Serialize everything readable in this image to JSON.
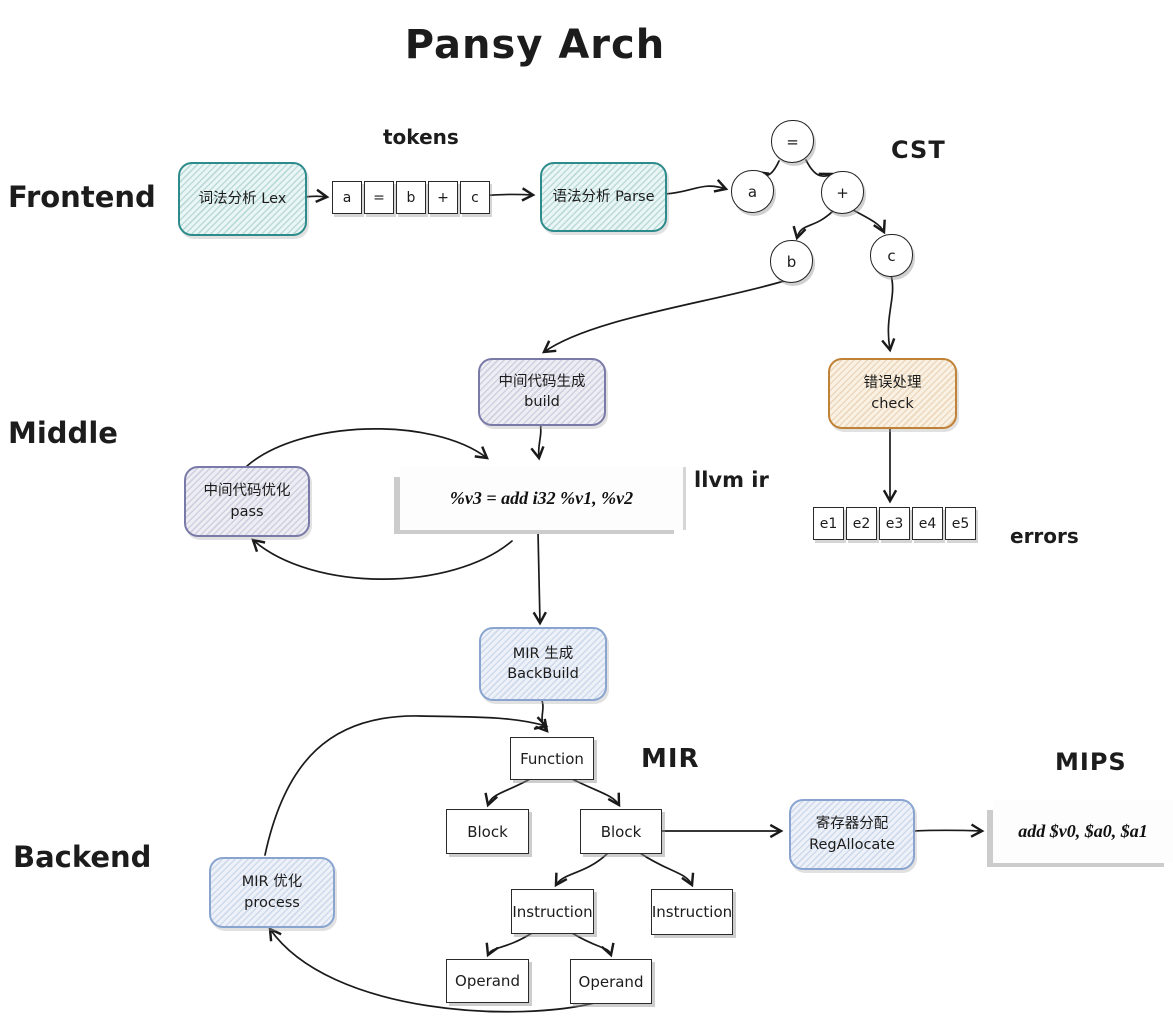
{
  "title": "Pansy Arch",
  "sections": {
    "frontend": "Frontend",
    "middle": "Middle",
    "backend": "Backend"
  },
  "labels": {
    "tokens": "tokens",
    "cst": "CST",
    "llvm_ir": "llvm ir",
    "errors": "errors",
    "mir": "MIR",
    "mips": "MIPS"
  },
  "boxes": {
    "lex": {
      "line1": "词法分析 Lex"
    },
    "parse": {
      "line1": "语法分析 Parse"
    },
    "build": {
      "line1": "中间代码生成",
      "line2": "build"
    },
    "check": {
      "line1": "错误处理",
      "line2": "check"
    },
    "pass": {
      "line1": "中间代码优化",
      "line2": "pass"
    },
    "backbuild": {
      "line1": "MIR 生成",
      "line2": "BackBuild"
    },
    "process": {
      "line1": "MIR 优化",
      "line2": "process"
    },
    "regallocate": {
      "line1": "寄存器分配",
      "line2": "RegAllocate"
    }
  },
  "tokens": [
    "a",
    "=",
    "b",
    "+",
    "c"
  ],
  "errors": [
    "e1",
    "e2",
    "e3",
    "e4",
    "e5"
  ],
  "cst": {
    "root": "=",
    "a": "a",
    "plus": "+",
    "b": "b",
    "c": "c"
  },
  "mir_tree": {
    "function": "Function",
    "block_left": "Block",
    "block_right": "Block",
    "instruction_left": "Instruction",
    "instruction_right": "Instruction",
    "operand_left": "Operand",
    "operand_right": "Operand"
  },
  "code": {
    "llvm_ir": "%v3 = add i32 %v1, %v2",
    "mips": "add $v0, $a0, $a1"
  },
  "colors": {
    "teal": "#2e8b8b",
    "purple": "#7a7aa8",
    "orange": "#c08236",
    "blue": "#88a4cf",
    "ink": "#1a1a1a"
  }
}
